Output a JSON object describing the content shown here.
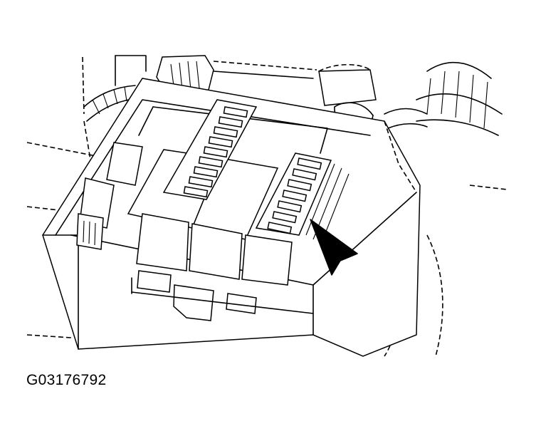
{
  "figure": {
    "id_label": "G03176792",
    "subject": "fuse-relay-box",
    "pointer": "arrow",
    "style": "line-drawing",
    "background_color": "#ffffff",
    "line_color": "#000000"
  }
}
